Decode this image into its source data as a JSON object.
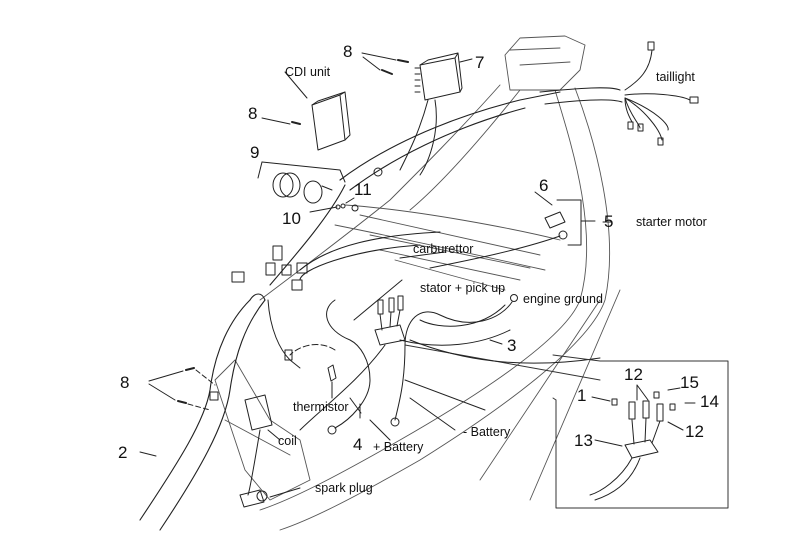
{
  "diagram": {
    "title": "Electrical system wiring harness — exploded parts view",
    "callouts": [
      {
        "id": "n8a",
        "text": "8"
      },
      {
        "id": "n7",
        "text": "7"
      },
      {
        "id": "n8b",
        "text": "8"
      },
      {
        "id": "n9",
        "text": "9"
      },
      {
        "id": "n11",
        "text": "11"
      },
      {
        "id": "n10",
        "text": "10"
      },
      {
        "id": "n6",
        "text": "6"
      },
      {
        "id": "n5",
        "text": "5"
      },
      {
        "id": "n3",
        "text": "3"
      },
      {
        "id": "n8c",
        "text": "8"
      },
      {
        "id": "n2",
        "text": "2"
      },
      {
        "id": "n4",
        "text": "4"
      },
      {
        "id": "n1",
        "text": "1"
      },
      {
        "id": "n12a",
        "text": "12"
      },
      {
        "id": "n15",
        "text": "15"
      },
      {
        "id": "n14",
        "text": "14"
      },
      {
        "id": "n12b",
        "text": "12"
      },
      {
        "id": "n13",
        "text": "13"
      }
    ],
    "labels": {
      "cdi_unit": "CDI unit",
      "taillight": "taillight",
      "starter_motor": "starter motor",
      "carburettor": "carburettor",
      "stator_pick_up": "stator + pick up",
      "engine_ground": "engine ground",
      "thermistor": "thermistor",
      "coil": "coil",
      "plus_battery": "+ Battery",
      "minus_battery": "- Battery",
      "spark_plug": "spark plug"
    },
    "inset": {
      "content": "fuse box detail",
      "callouts": [
        "1",
        "12",
        "15",
        "14",
        "12",
        "13"
      ]
    }
  }
}
